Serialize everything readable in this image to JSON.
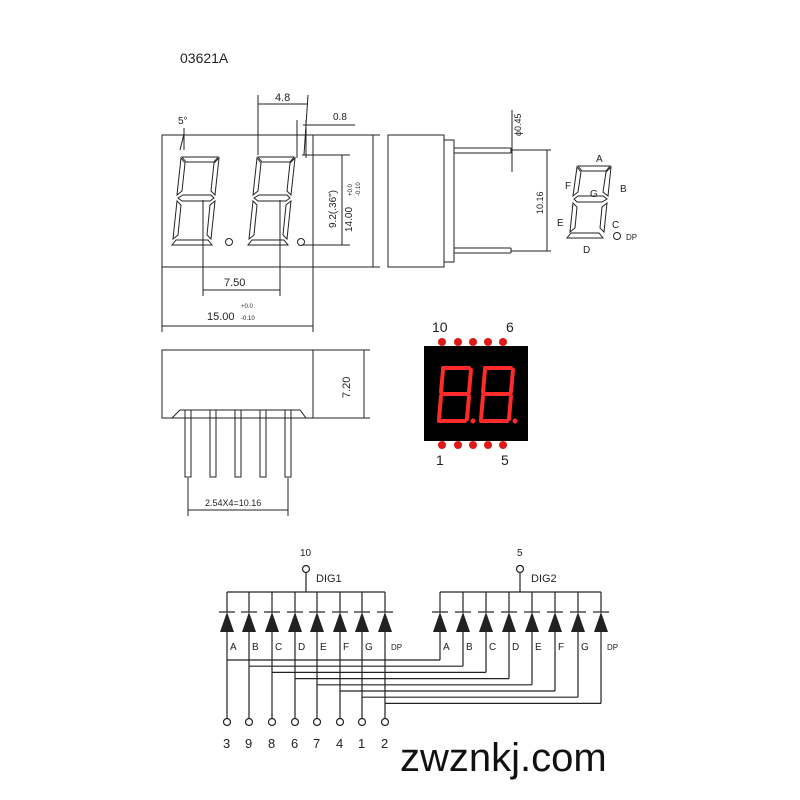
{
  "part_number": "03621A",
  "dimensions": {
    "tilt": "5°",
    "digit_width": "4.8",
    "segment_width": "0.8",
    "char_height": "9.2(.36\")",
    "body_height": "14.00",
    "body_height_tol_plus": "+0.0",
    "body_height_tol_minus": "-0.10",
    "digit_pitch": "7.50",
    "body_width": "15.00",
    "body_width_tol_plus": "+0.0",
    "body_width_tol_minus": "-0.10",
    "pin_diameter": "ϕ0.45",
    "pin_row_span": "10.16",
    "depth": "7.20",
    "pin_pitch": "2.54X4=10.16"
  },
  "segment_legend": {
    "labels": [
      "A",
      "B",
      "C",
      "D",
      "E",
      "F",
      "G",
      "DP"
    ]
  },
  "photo": {
    "pin_top_left": "10",
    "pin_top_right": "6",
    "pin_bottom_left": "1",
    "pin_bottom_right": "5",
    "led_color": "#ff2a2a",
    "dot_color": "#e01818"
  },
  "schematic": {
    "dig1_pin": "10",
    "dig1_label": "DIG1",
    "dig2_pin": "5",
    "dig2_label": "DIG2",
    "segment_labels": [
      "A",
      "B",
      "C",
      "D",
      "E",
      "F",
      "G",
      "DP"
    ],
    "pin_numbers": [
      "3",
      "9",
      "8",
      "6",
      "7",
      "4",
      "1",
      "2"
    ]
  },
  "watermark": "zwznkj.com"
}
